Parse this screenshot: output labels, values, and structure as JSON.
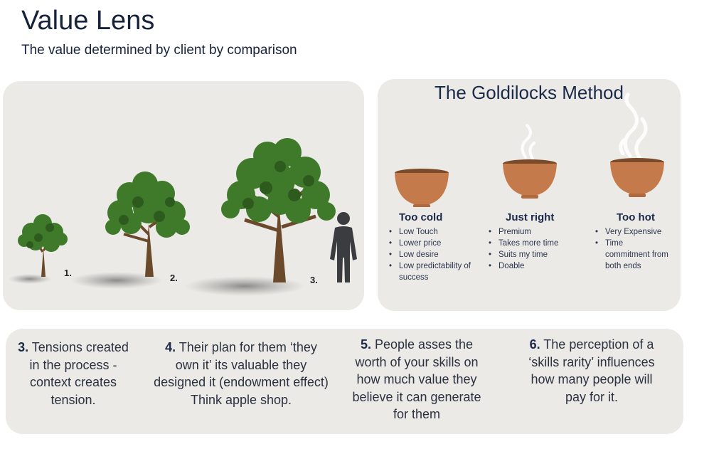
{
  "header": {
    "title": "Value Lens",
    "subtitle": "The value determined by client by comparison"
  },
  "trees": {
    "labels": [
      "1.",
      "2.",
      "3."
    ],
    "person_icon": "person-silhouette-icon"
  },
  "goldilocks": {
    "title": "The Goldilocks Method",
    "columns": [
      {
        "heading": "Too cold",
        "items": [
          "Low Touch",
          "Lower price",
          "Low desire",
          "Low predictability of success"
        ],
        "icon": "bowl-icon"
      },
      {
        "heading": "Just right",
        "items": [
          "Premium",
          "Takes more time",
          "Suits my time",
          "Doable"
        ],
        "icon": "steaming-bowl-icon"
      },
      {
        "heading": "Too hot",
        "items": [
          "Very Expensive",
          "Time commitment from both ends"
        ],
        "icon": "steaming-bowl-icon"
      }
    ]
  },
  "points": [
    {
      "number": "3.",
      "text": "Tensions created in the process -context creates tension."
    },
    {
      "number": "4.",
      "text": "Their plan for them ‘they own it’ its valuable they designed it (endowment effect) Think apple shop."
    },
    {
      "number": "5.",
      "text": "People asses the worth of your skills on how much value they believe it can generate for them"
    },
    {
      "number": "6.",
      "text": "The perception of a ‘skills rarity’ influences how many people will pay for it."
    }
  ],
  "colors": {
    "navy": "#17223b",
    "panel": "#eceae6",
    "bowl": "#c57a4b",
    "tree": "#3f7a2a",
    "trunk": "#6a4a2a"
  }
}
